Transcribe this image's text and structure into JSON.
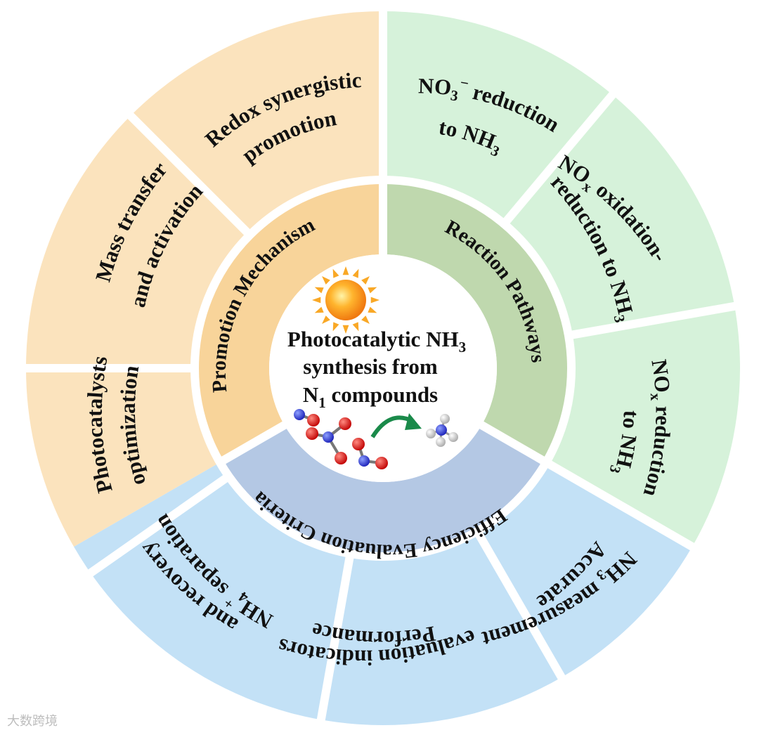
{
  "center": {
    "line1": "Photocatalytic NH",
    "line1_sub": "3",
    "line2": "synthesis from",
    "line3_a": "N",
    "line3_sub": "1",
    "line3_b": " compounds",
    "sun_icon": "sun-icon",
    "arrow_icon": "curved-arrow-icon"
  },
  "ring": {
    "promotion": "Promotion Mechanism",
    "reaction": "Reaction Pathways",
    "efficiency": "Efficiency Evaluation Criteria"
  },
  "outer": {
    "redox": [
      "Redox synergistic",
      "promotion"
    ],
    "mass": [
      "Mass transfer",
      "and activation"
    ],
    "photocat": [
      "Photocatalysts",
      "optimization"
    ],
    "no3": {
      "l1a": "NO",
      "l1sub": "3",
      "l1sup": "−",
      "l1b": " reduction",
      "l2a": "to NH",
      "l2sub": "3"
    },
    "nox_ox": {
      "l1a": "NO",
      "l1sub": "x",
      "l1b": " oxidation-",
      "l2": "reduction to NH",
      "l2sub": "3"
    },
    "nox_red": {
      "l1a": "NO",
      "l1sub": "x",
      "l1b": " reduction",
      "l2a": "to NH",
      "l2sub": "3"
    },
    "nh4": {
      "l1a": "NH",
      "l1sub": "4",
      "l1sup": "+",
      "l1b": " separation",
      "l2": "and recovery"
    },
    "performance": [
      "Performance",
      "evaluation indicators"
    ],
    "accurate": {
      "l1": "Accurate",
      "l2a": "NH",
      "l2sub": "3",
      "l2b": " measurement"
    }
  },
  "colors": {
    "orange_outer": "#fbe3bd",
    "orange_ring": "#f8d49a",
    "green_outer": "#d6f2da",
    "green_ring": "#bfd8ae",
    "blue_outer": "#c3e1f6",
    "blue_ring": "#b4c8e4",
    "center": "#ffffff"
  },
  "watermark": "大数跨境"
}
